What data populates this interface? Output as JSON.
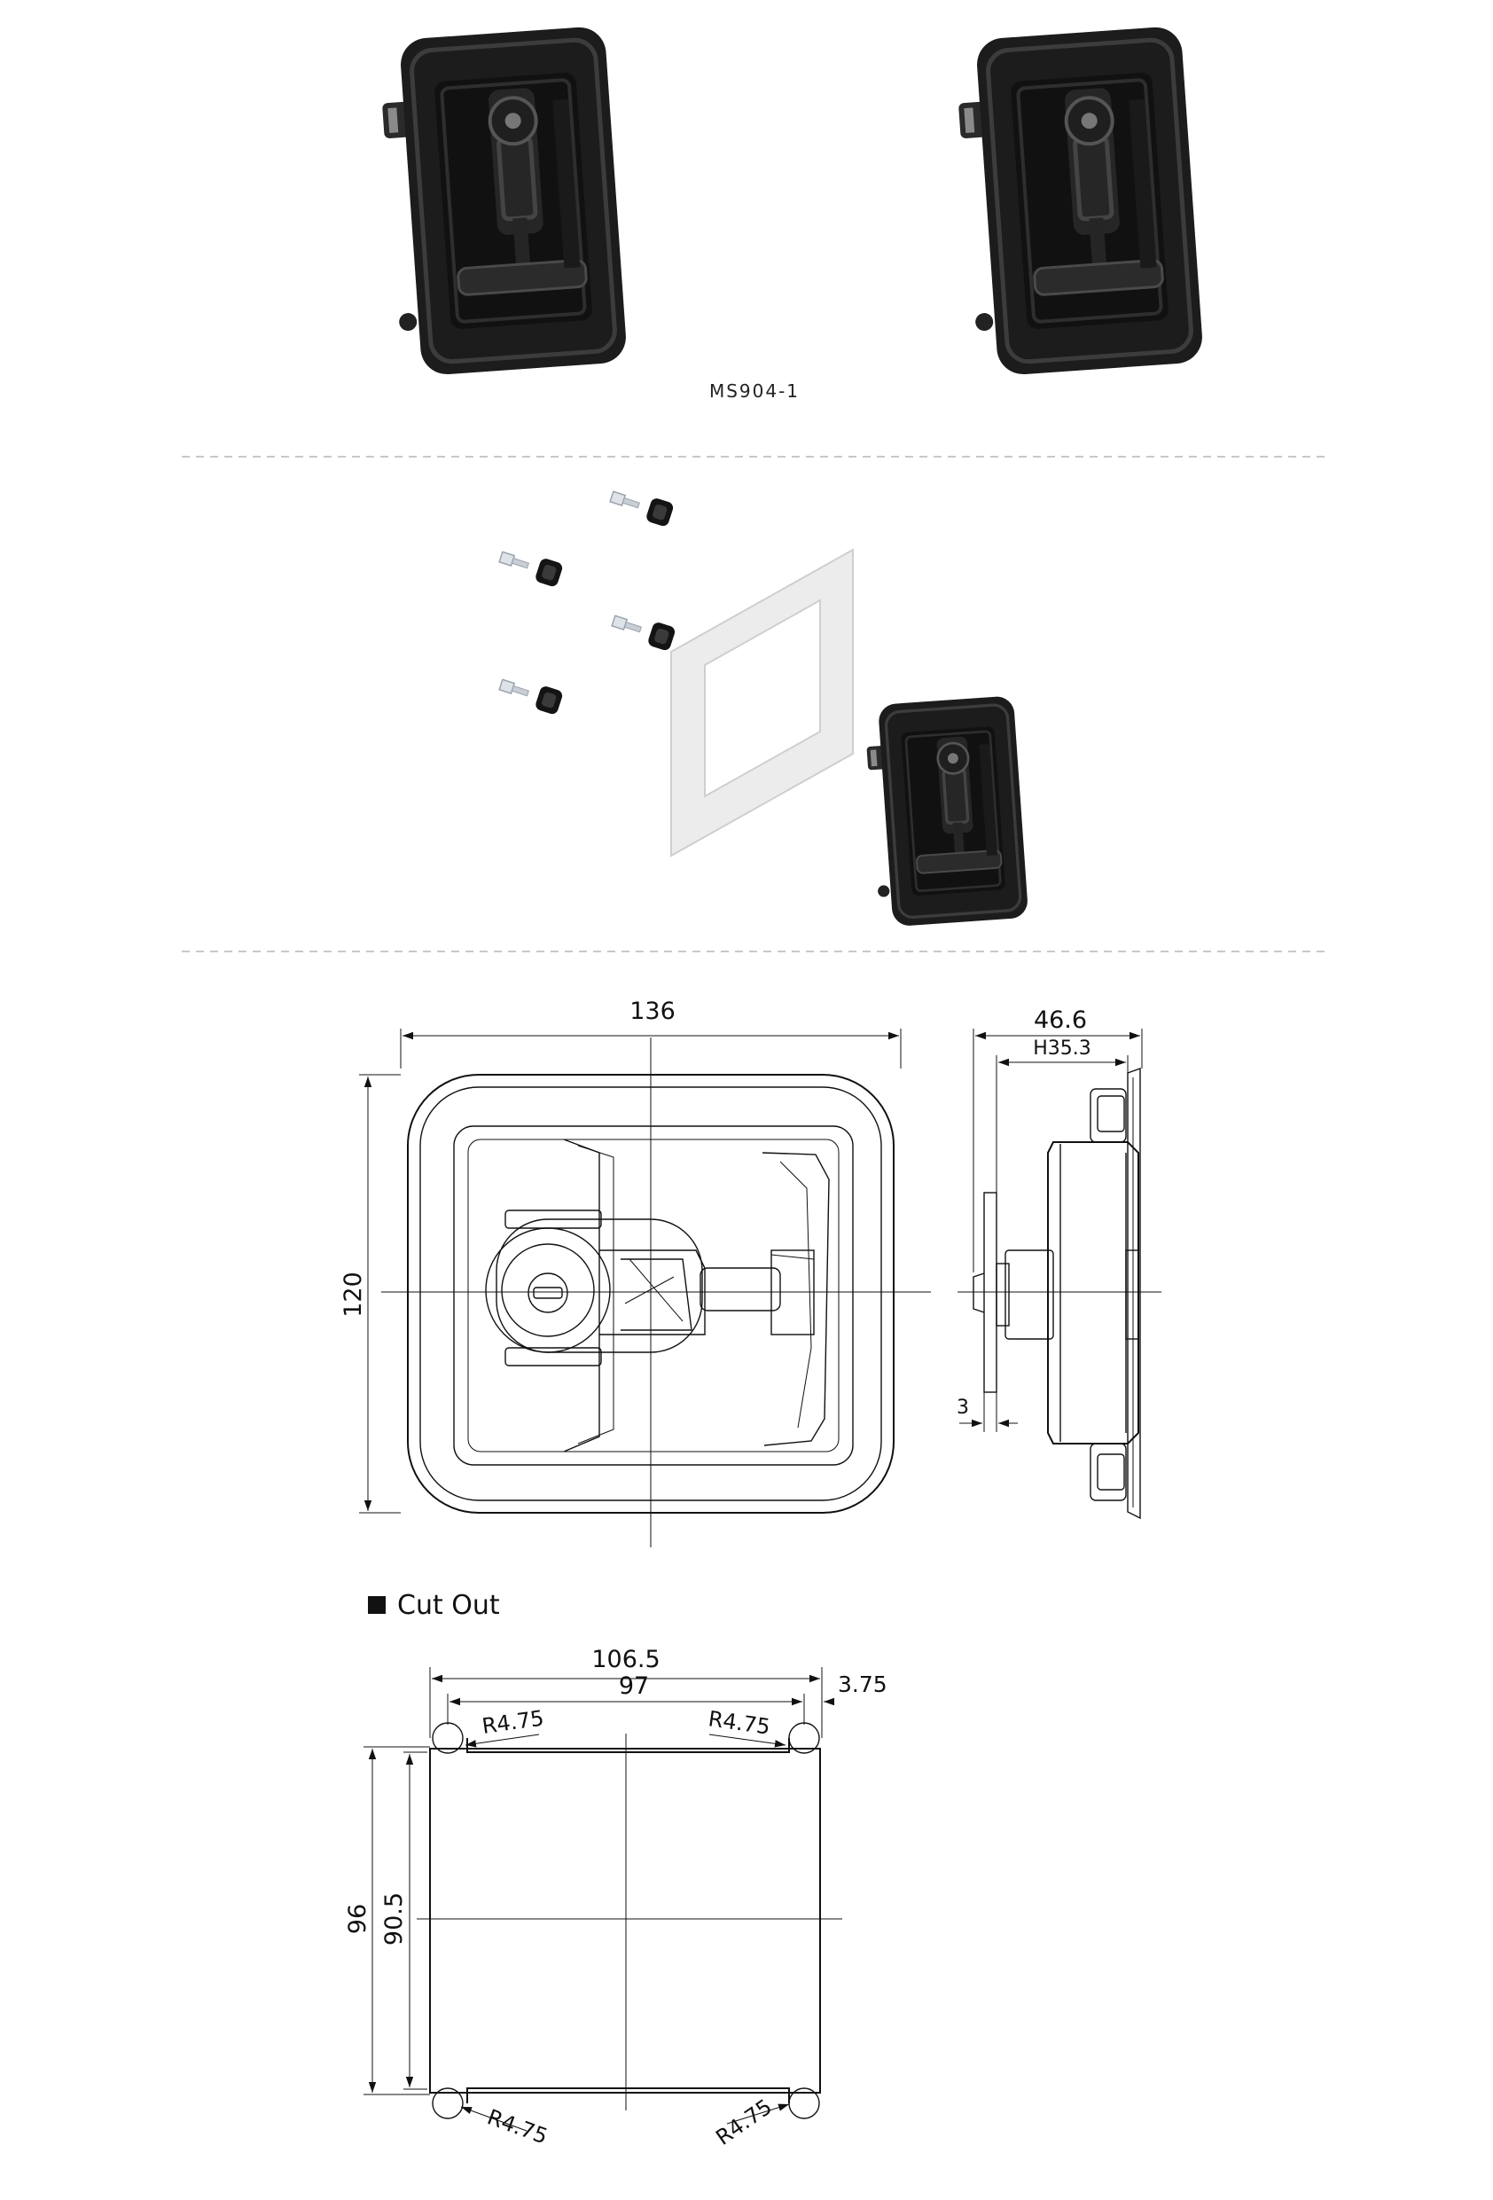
{
  "product": {
    "model": "MS904-1",
    "body_color": "#1c1c1c",
    "highlight_color": "#4a4a4a",
    "gasket_color": "#ececec"
  },
  "front_view": {
    "width": "136",
    "height": "120"
  },
  "side_view": {
    "depth": "46.6",
    "handle_height": "H35.3",
    "plate_thickness": "3"
  },
  "cut_out": {
    "title": "Cut Out",
    "width_outer": "106.5",
    "width_inner": "97",
    "corner_offset": "3.75",
    "height_outer": "96",
    "height_inner": "90.5",
    "radius_top_left": "R4.75",
    "radius_top_right": "R4.75",
    "radius_bottom_left": "R4.75",
    "radius_bottom_right": "R4.75"
  }
}
